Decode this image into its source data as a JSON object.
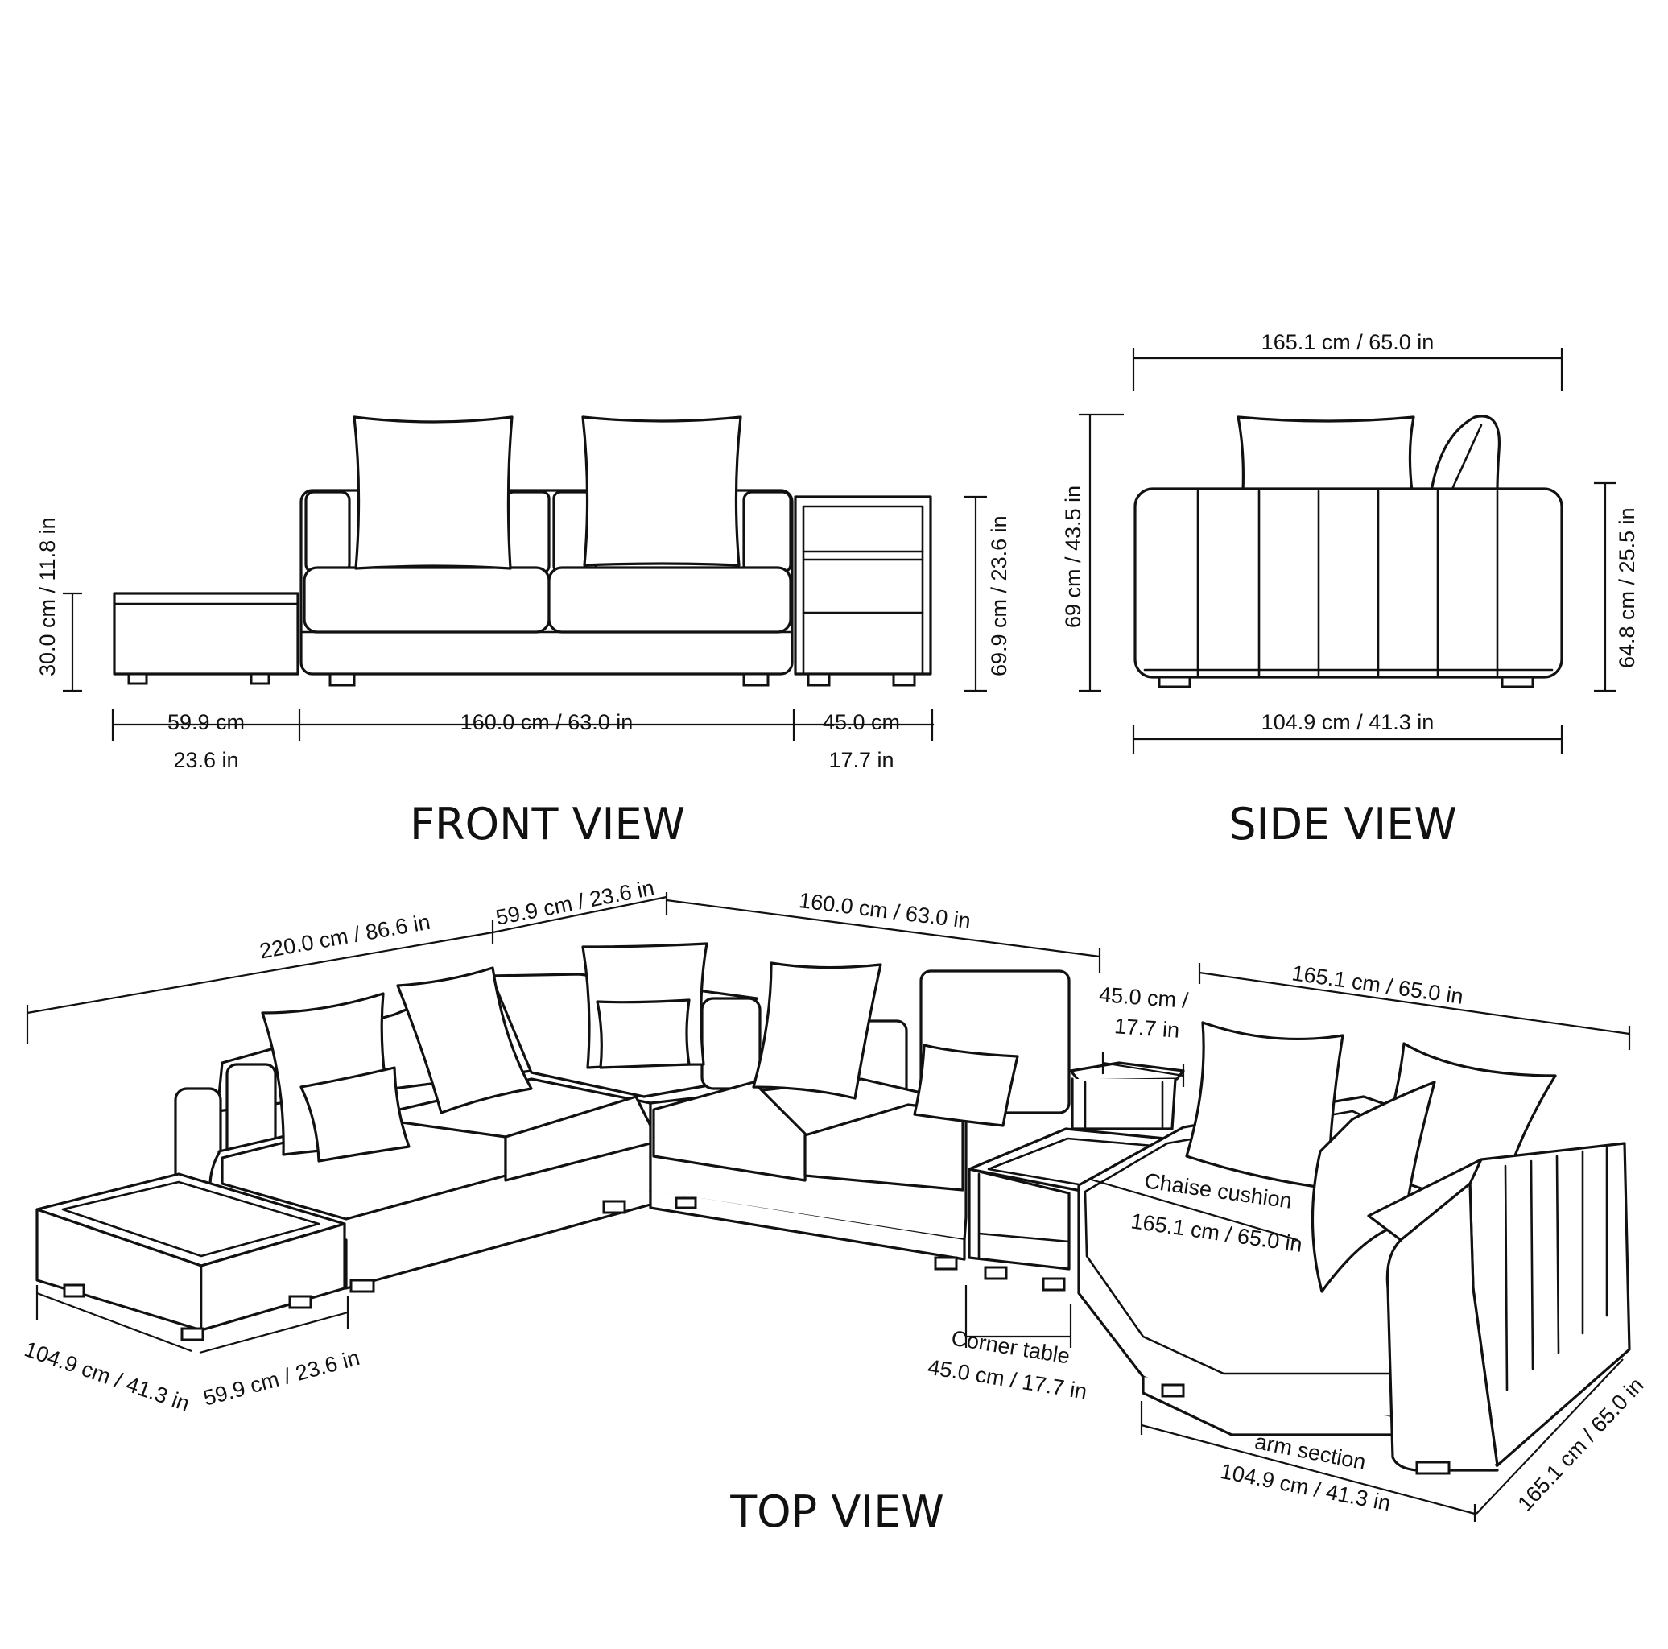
{
  "views": {
    "front": "FRONT VIEW",
    "side": "SIDE VIEW",
    "top": "TOP VIEW"
  },
  "front_dims": {
    "ottoman_height": "30.0 cm / 11.8 in",
    "ottoman_width_cm": "59.9 cm",
    "ottoman_width_in": "23.6 in",
    "sofa_width": "160.0 cm / 63.0 in",
    "table_width_cm": "45.0 cm",
    "table_width_in": "17.7 in",
    "overall_height": "69.9 cm / 23.6 in"
  },
  "side_dims": {
    "top_width": "165.1 cm / 65.0 in",
    "back_height": "69 cm / 43.5 in",
    "arm_height": "64.8 cm / 25.5 in",
    "bottom_width": "104.9 cm / 41.3 in"
  },
  "top_dims": {
    "left_run": "220.0 cm / 86.6 in",
    "corner_seat": "59.9 cm / 23.6 in",
    "middle_run": "160.0 cm / 63.0 in",
    "table_line1": "45.0 cm /",
    "table_line2": "17.7 in",
    "chaise_run": "165.1 cm / 65.0 in",
    "chaise_label": "Chaise cushion",
    "chaise_dim": "165.1 cm / 65.0 in",
    "ottoman_depth": "104.9 cm / 41.3 in",
    "ottoman_width": "59.9 cm / 23.6 in",
    "corner_table_label": "Corner table",
    "corner_table_dim": "45.0 cm / 17.7 in",
    "arm_label": "arm section",
    "arm_dim": "104.9 cm / 41.3 in",
    "depth_dim": "165.1 cm / 65.0 in"
  }
}
